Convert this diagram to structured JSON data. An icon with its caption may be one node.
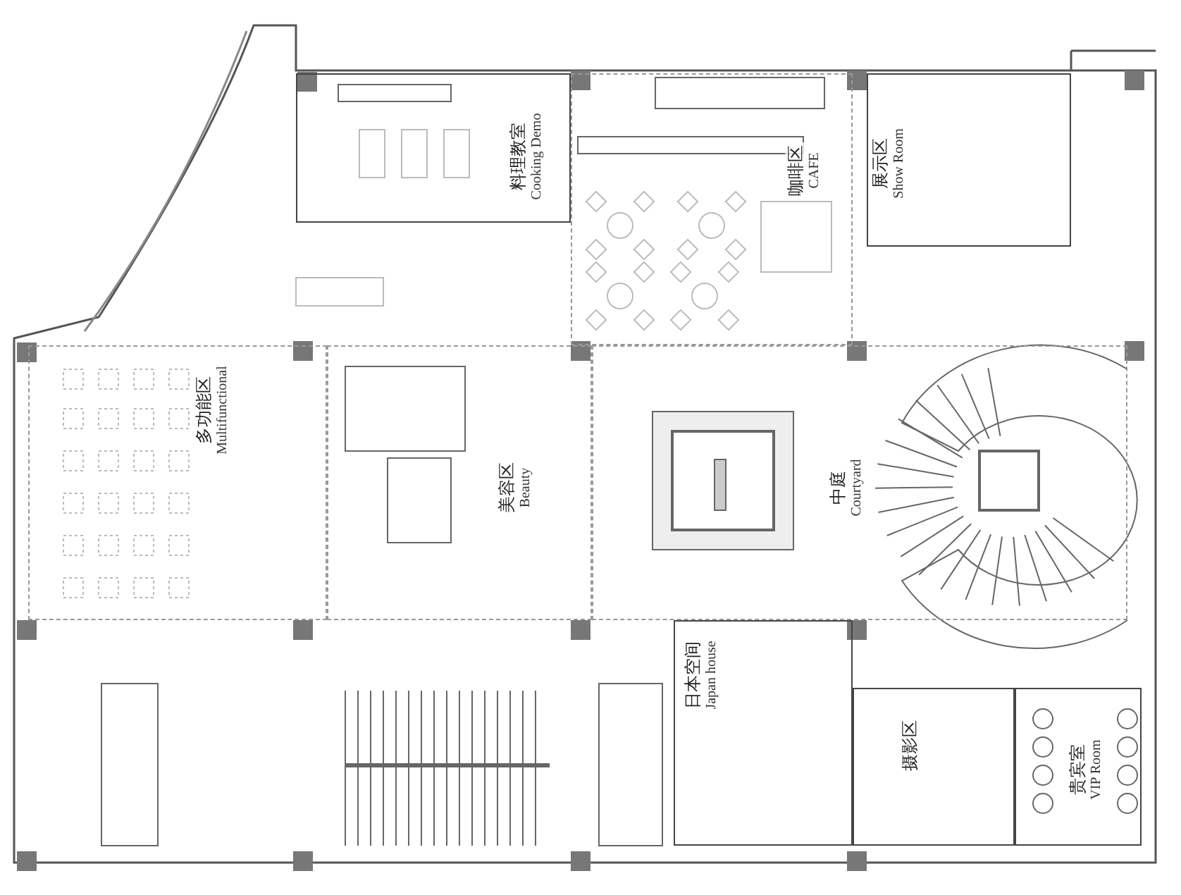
{
  "diagram": {
    "nodes": [
      {
        "text": [
          "料理教室",
          "Cooking Demo"
        ]
      },
      {
        "text": [
          "咖啡区",
          "CAFE"
        ]
      },
      {
        "text": [
          "展示区",
          "Show Room"
        ]
      },
      {
        "text": [
          "多功能区",
          "Multifunctional"
        ]
      },
      {
        "text": [
          "美容区",
          "Beauty"
        ]
      },
      {
        "text": [
          "中庭",
          "Courtyard"
        ]
      },
      {
        "text": [
          "日本空间",
          "Japan house"
        ]
      },
      {
        "text": [
          "摄影区"
        ]
      },
      {
        "text": [
          "贵宾室",
          "VIP Room"
        ]
      }
    ]
  }
}
